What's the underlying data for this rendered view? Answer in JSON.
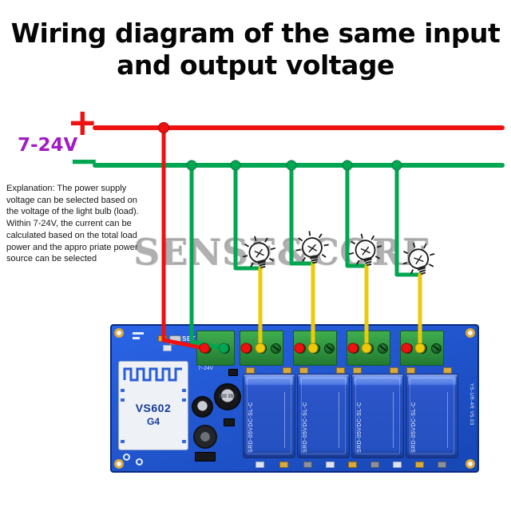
{
  "title": {
    "line1": "Wiring diagram of the same input",
    "line2": "and output voltage"
  },
  "power_rails": {
    "voltage_label": "7-24V",
    "plus_symbol": "+",
    "minus_symbol": "−"
  },
  "explanation": {
    "text": "Explanation: The power supply voltage can be selected based on the voltage of the light bulb (load). Within 7-24V, the current can be calculated based on the total load power and the appro priate power source can be selected"
  },
  "watermark": {
    "text": "SENSE&CORE"
  },
  "board": {
    "set_button_label": "SET",
    "power_terminal_label": "7~24V",
    "wifi_module": {
      "name": "VS602",
      "variant": "G4"
    },
    "capacitor_label": "220 35V",
    "side_label": "YS-UR-4R V5.03",
    "relays": [
      {
        "label": "SRD-05VDC-SL-C"
      },
      {
        "label": "SRD-05VDC-SL-C"
      },
      {
        "label": "SRD-05VDC-SL-C"
      },
      {
        "label": "SRD-05VDC-SL-C"
      }
    ]
  },
  "colors": {
    "wire-red": "#ee1111",
    "wire-green": "#00a651",
    "wire-yellow": "#edc90a",
    "voltage-purple": "#a21cc4",
    "pcb-blue": "#1d53d6",
    "relay-blue": "#2b57cf",
    "terminal-green": "#2f9e3f"
  }
}
